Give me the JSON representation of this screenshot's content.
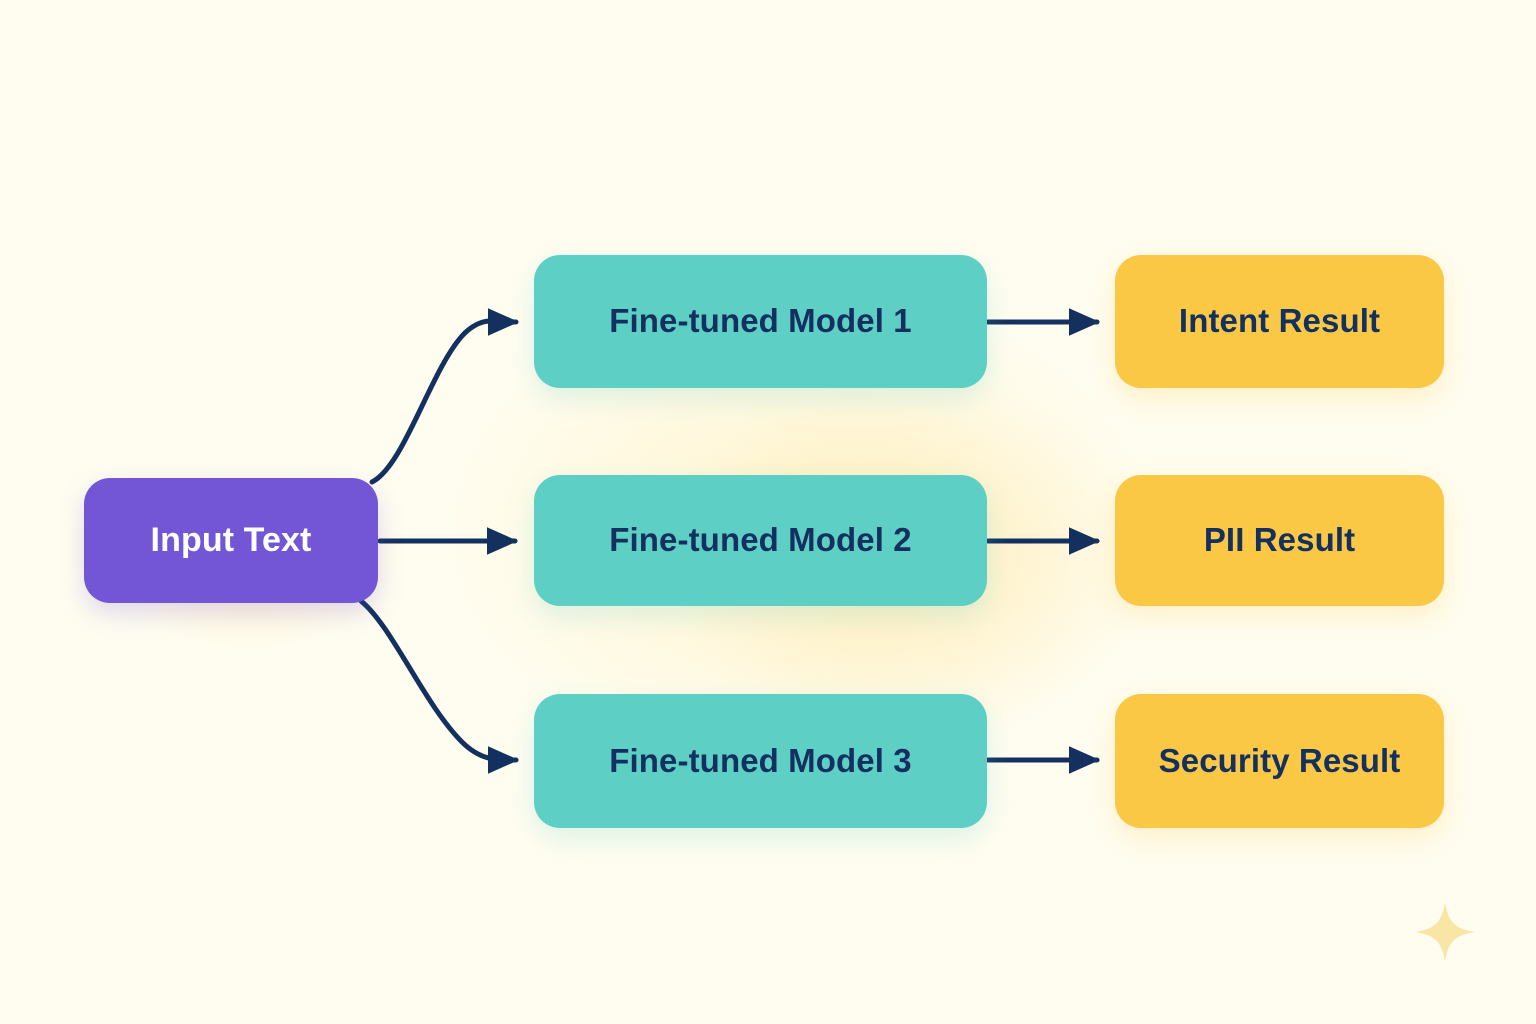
{
  "diagram": {
    "title_visible": false,
    "background_color": "#fffdf0",
    "arrow_color": "#13305f",
    "nodes": {
      "input": {
        "label": "Input Text",
        "color": "#7356d6",
        "text_color": "#ffffff"
      },
      "models": [
        {
          "label": "Fine-tuned Model 1",
          "color": "#5ecfc4",
          "text_color": "#13305f"
        },
        {
          "label": "Fine-tuned Model 2",
          "color": "#5ecfc4",
          "text_color": "#13305f"
        },
        {
          "label": "Fine-tuned Model 3",
          "color": "#5ecfc4",
          "text_color": "#13305f"
        }
      ],
      "results": [
        {
          "label": "Intent Result",
          "color": "#fbc846",
          "text_color": "#13305f"
        },
        {
          "label": "PII Result",
          "color": "#fbc846",
          "text_color": "#13305f"
        },
        {
          "label": "Security Result",
          "color": "#fbc846",
          "text_color": "#13305f"
        }
      ]
    },
    "edges": [
      {
        "from": "Input Text",
        "to": "Fine-tuned Model 1",
        "style": "curved"
      },
      {
        "from": "Input Text",
        "to": "Fine-tuned Model 2",
        "style": "straight"
      },
      {
        "from": "Input Text",
        "to": "Fine-tuned Model 3",
        "style": "curved"
      },
      {
        "from": "Fine-tuned Model 1",
        "to": "Intent Result",
        "style": "straight"
      },
      {
        "from": "Fine-tuned Model 2",
        "to": "PII Result",
        "style": "straight"
      },
      {
        "from": "Fine-tuned Model 3",
        "to": "Security Result",
        "style": "straight"
      }
    ],
    "decorations": [
      {
        "name": "sparkle-icon",
        "color": "#fae6a4"
      }
    ]
  }
}
